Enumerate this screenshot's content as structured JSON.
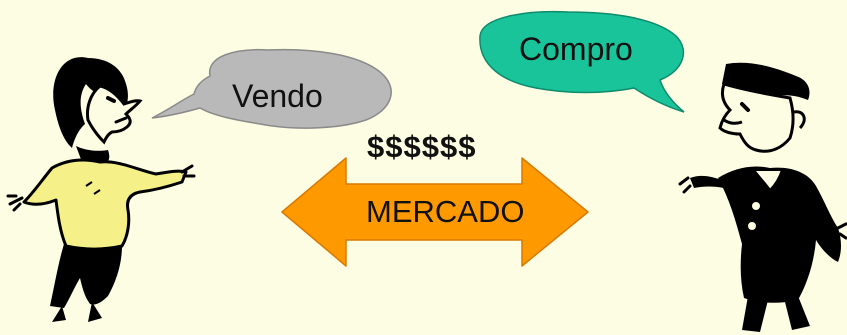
{
  "scene": {
    "background_color": "#fdfde3",
    "seller_bubble": {
      "text": "Vendo",
      "color": "#b9b9b9"
    },
    "buyer_bubble": {
      "text": "Compro",
      "color": "#19c49b"
    },
    "money_label": "$$$$$$",
    "market_arrow": {
      "text": "MERCADO",
      "color": "#ff9900"
    },
    "seller_figure": {
      "icon": "woman-seller-icon",
      "shirt_color": "#f5f087"
    },
    "buyer_figure": {
      "icon": "man-buyer-icon",
      "suit_color": "#000000"
    }
  }
}
